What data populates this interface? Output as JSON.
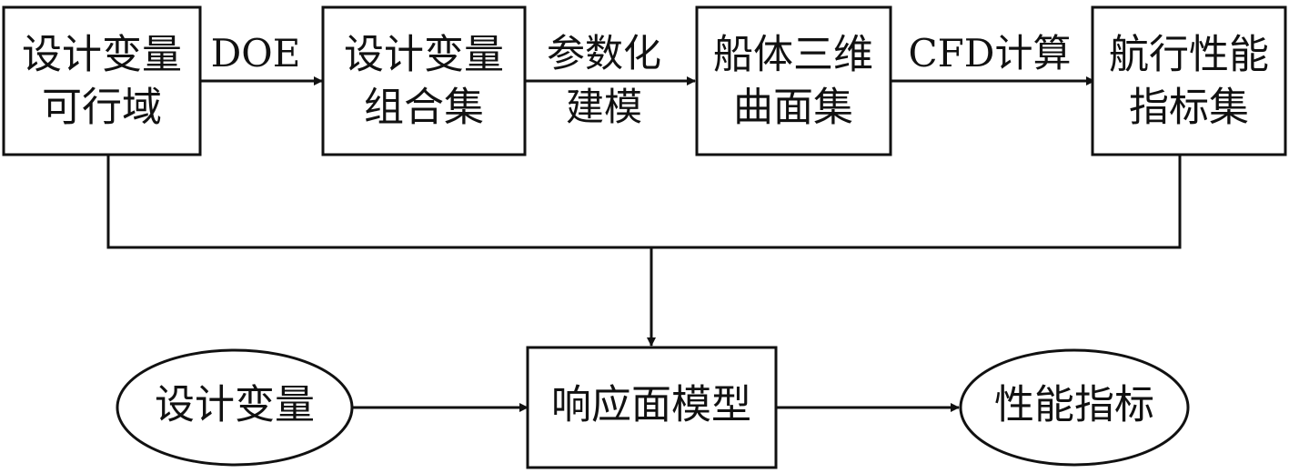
{
  "nodes": {
    "domain": {
      "lines": [
        "设计变量",
        "可行域"
      ]
    },
    "combos": {
      "lines": [
        "设计变量",
        "组合集"
      ]
    },
    "surfaces": {
      "lines": [
        "船体三维",
        "曲面集"
      ]
    },
    "metrics_set": {
      "lines": [
        "航行性能",
        "指标集"
      ]
    },
    "model": {
      "lines": [
        "响应面模型"
      ]
    },
    "input": {
      "lines": [
        "设计变量"
      ]
    },
    "output": {
      "lines": [
        "性能指标"
      ]
    }
  },
  "edges": {
    "doe": {
      "lines": [
        "DOE"
      ]
    },
    "param": {
      "lines": [
        "参数化",
        "建模"
      ]
    },
    "cfd": {
      "lines": [
        "CFD计算"
      ]
    }
  },
  "colors": {
    "stroke": "#111111",
    "background": "#ffffff"
  }
}
